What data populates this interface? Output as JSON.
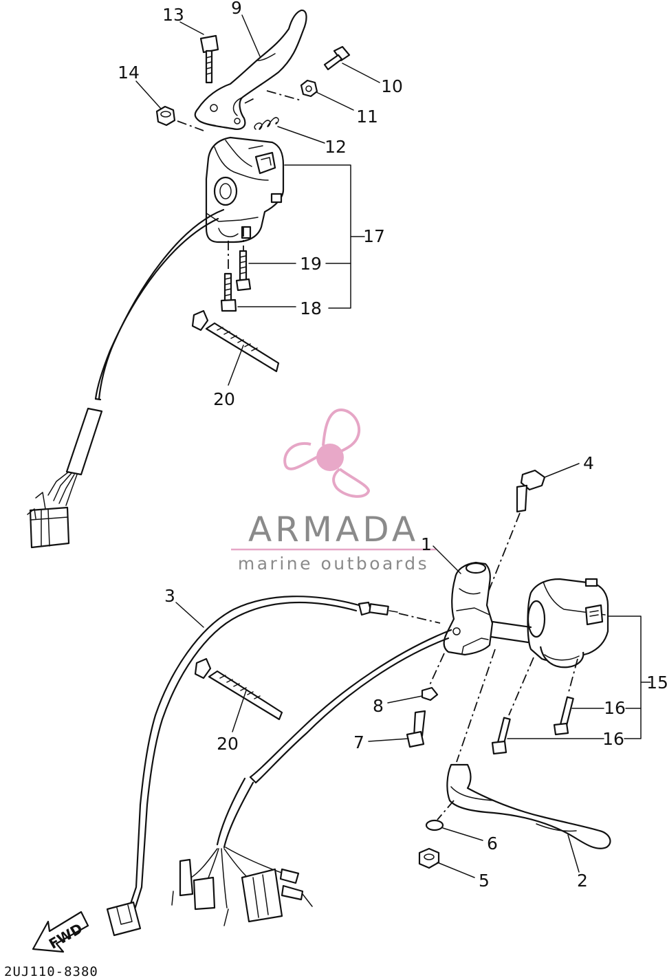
{
  "diagram": {
    "callouts": {
      "c1": "1",
      "c2": "2",
      "c3": "3",
      "c4": "4",
      "c5": "5",
      "c6": "6",
      "c7": "7",
      "c8": "8",
      "c9": "9",
      "c10": "10",
      "c11": "11",
      "c12": "12",
      "c13": "13",
      "c14": "14",
      "c15": "15",
      "c16a": "16",
      "c16b": "16",
      "c17": "17",
      "c18": "18",
      "c19": "19",
      "c20a": "20",
      "c20b": "20"
    },
    "figure_code": "2UJ110-8380",
    "fwd_label": "FWD"
  },
  "watermark": {
    "brand": "ARMADA",
    "tagline": "marine outboards",
    "logo_icon": "propeller-icon",
    "color": "#e8a8c8"
  }
}
